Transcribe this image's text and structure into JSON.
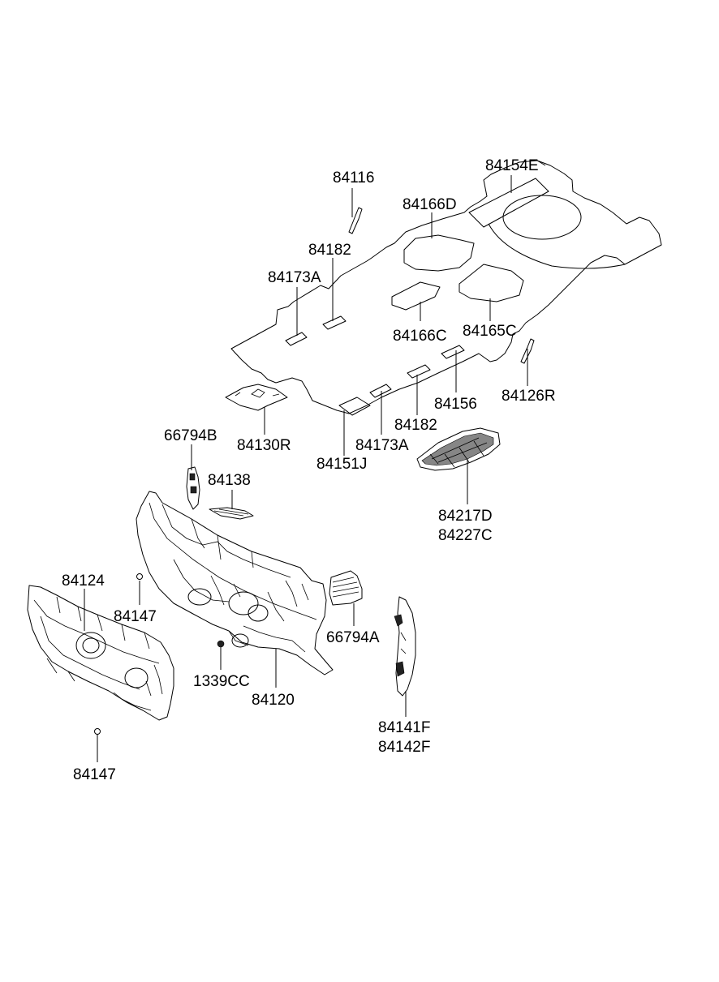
{
  "labels": {
    "l84116": "84116",
    "l84154E": "84154E",
    "l84166D": "84166D",
    "l84182a": "84182",
    "l84173Aa": "84173A",
    "l84166C": "84166C",
    "l84165C": "84165C",
    "l84156": "84156",
    "l84126R": "84126R",
    "l84182b": "84182",
    "l84130R": "84130R",
    "l84173Ab": "84173A",
    "l84151J": "84151J",
    "l66794B": "66794B",
    "l84138": "84138",
    "l84217D": "84217D",
    "l84227C": "84227C",
    "l84124": "84124",
    "l84147a": "84147",
    "l66794A": "66794A",
    "l1339CC": "1339CC",
    "l84120": "84120",
    "l84141F": "84141F",
    "l84142F": "84142F",
    "l84147b": "84147"
  }
}
